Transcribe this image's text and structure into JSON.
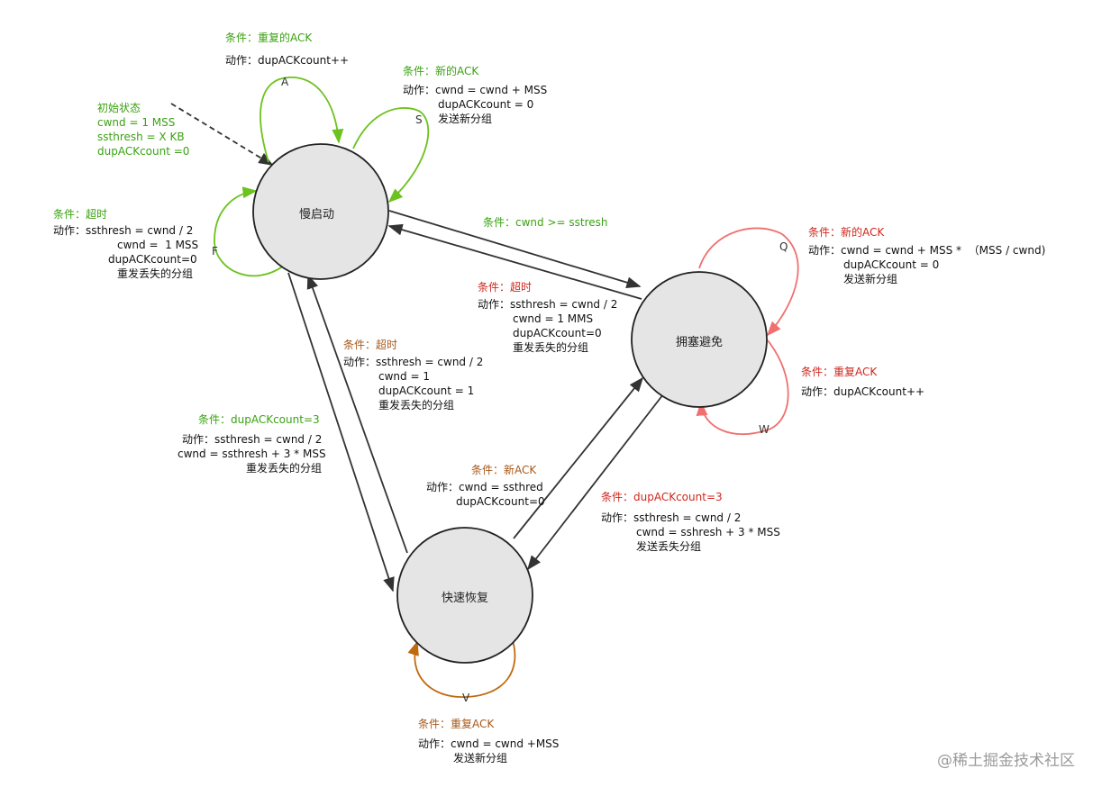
{
  "colors": {
    "green": "#6cc21e",
    "red": "#f07070",
    "brown": "#c06a10",
    "dark": "#333333",
    "state_fill": "#e5e5e5"
  },
  "states": {
    "slow_start": "慢启动",
    "congestion_avoidance": "拥塞避免",
    "fast_recovery": "快速恢复"
  },
  "initial": {
    "title": "初始状态",
    "l1": "cwnd = 1 MSS",
    "l2": "ssthresh = X KB",
    "l3": "dupACKcount =0"
  },
  "loops": {
    "A": "A",
    "S": "S",
    "F": "F",
    "Q": "Q",
    "W": "W",
    "V": "V"
  },
  "ss_dup": {
    "cond": "条件：重复的ACK",
    "action": "动作：dupACKcount++"
  },
  "ss_new": {
    "cond": "条件：新的ACK",
    "l1": "动作：cwnd = cwnd + MSS",
    "l2": "dupACKcount = 0",
    "l3": "发送新分组"
  },
  "ss_timeout": {
    "cond": "条件：超时",
    "l1": "动作：ssthresh = cwnd / 2",
    "l2": "cwnd =  1 MSS",
    "l3": "dupACKcount=0",
    "l4": "重发丢失的分组"
  },
  "ss_to_ca": {
    "cond": "条件：cwnd >= sstresh"
  },
  "ca_to_ss": {
    "cond": "条件：超时",
    "l1": "动作：ssthresh = cwnd / 2",
    "l2": "cwnd = 1 MMS",
    "l3": "dupACKcount=0",
    "l4": "重发丢失的分组"
  },
  "ca_new": {
    "cond": "条件：新的ACK",
    "l1": "动作：cwnd = cwnd + MSS *  （MSS / cwnd)",
    "l2": "dupACKcount = 0",
    "l3": "发送新分组"
  },
  "ca_dup": {
    "cond": "条件：重复ACK",
    "action": "动作：dupACKcount++"
  },
  "fr_to_ss": {
    "cond": "条件：超时",
    "l1": "动作：ssthresh = cwnd / 2",
    "l2": "cwnd = 1",
    "l3": "dupACKcount = 1",
    "l4": "重发丢失的分组"
  },
  "ss_to_fr": {
    "cond": "条件：dupACKcount=3",
    "l1": "动作：ssthresh = cwnd / 2",
    "l2": "cwnd = ssthresh + 3 * MSS",
    "l3": "重发丢失的分组"
  },
  "fr_to_ca": {
    "cond": "条件：新ACK",
    "l1": "动作：cwnd = ssthred",
    "l2": "dupACKcount=0"
  },
  "ca_to_fr": {
    "cond": "条件：dupACKcount=3",
    "l1": "动作：ssthresh = cwnd / 2",
    "l2": "cwnd = sshresh + 3 * MSS",
    "l3": "发送丢失分组"
  },
  "fr_dup": {
    "cond": "条件：重复ACK",
    "l1": "动作：cwnd = cwnd +MSS",
    "l2": "发送新分组"
  },
  "watermark": "@稀土掘金技术社区"
}
